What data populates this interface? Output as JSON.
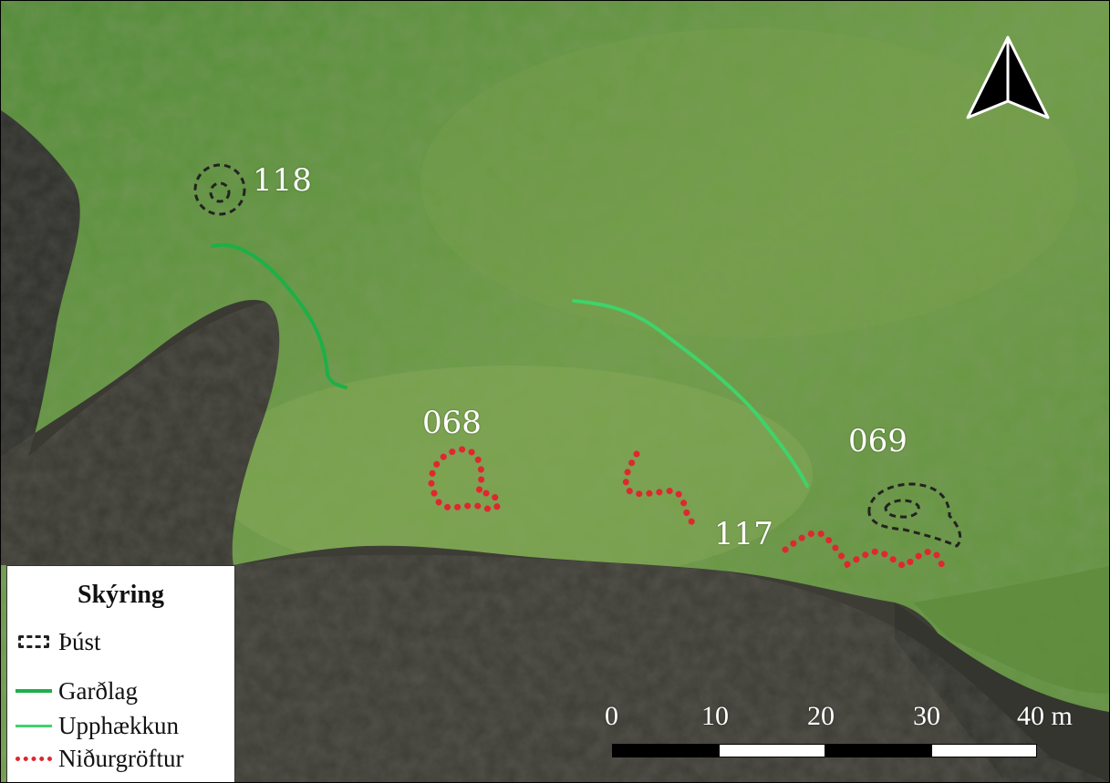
{
  "colors": {
    "grass": "#5c8a3a",
    "rock": "#3b3b35",
    "pust_outline": "#222222",
    "gardlag": "#1db047",
    "upphaekkun": "#3fd36a",
    "nidurgroftur": "#e0262f",
    "label_text": "#ffffff"
  },
  "map": {
    "site_labels": [
      "118",
      "068",
      "069",
      "117"
    ],
    "north_arrow_icon": "north-arrow-icon"
  },
  "legend": {
    "title": "Skýring",
    "items": [
      {
        "label": "Þúst",
        "symbol": "dashed-box"
      },
      {
        "label": "Garðlag",
        "symbol": "solid-line-dark-green"
      },
      {
        "label": "Upphækkun",
        "symbol": "solid-line-light-green"
      },
      {
        "label": "Niðurgröftur",
        "symbol": "dotted-line-red"
      }
    ]
  },
  "scalebar": {
    "ticks": [
      "0",
      "10",
      "20",
      "30",
      "40 m"
    ],
    "segment_length_m": 10,
    "segments": 4
  }
}
